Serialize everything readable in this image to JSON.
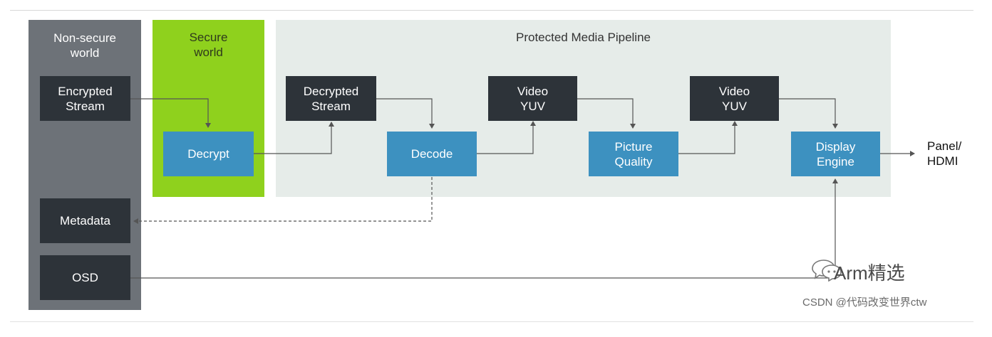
{
  "regions": {
    "non_secure": "Non-secure\nworld",
    "secure": "Secure\nworld",
    "pipeline": "Protected Media Pipeline"
  },
  "boxes": {
    "encrypted_stream": "Encrypted\nStream",
    "metadata": "Metadata",
    "osd": "OSD",
    "decrypt": "Decrypt",
    "decrypted_stream": "Decrypted\nStream",
    "decode": "Decode",
    "video_yuv_1": "Video\nYUV",
    "picture_quality": "Picture\nQuality",
    "video_yuv_2": "Video\nYUV",
    "display_engine": "Display\nEngine"
  },
  "output": "Panel/\nHDMI",
  "watermark": {
    "logo": "Arm精选",
    "credit": "CSDN @代码改变世界ctw"
  },
  "colors": {
    "non_secure_bg": "#6d7278",
    "secure_bg": "#8fd11d",
    "pipeline_bg": "#e6ece9",
    "data_box": "#2d3339",
    "process_box": "#3d91c0",
    "connector": "#555555"
  }
}
